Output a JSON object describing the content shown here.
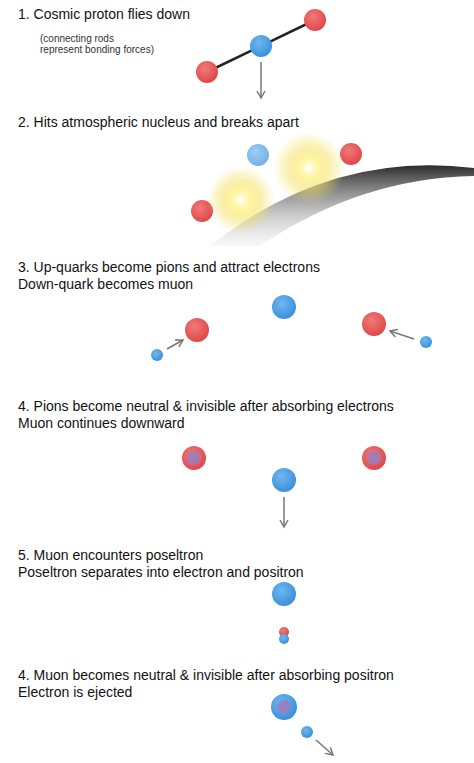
{
  "diagram": {
    "labels": [
      "1. Cosmic proton flies down",
      "(connecting rods represent bonding forces)",
      "2. Hits atmospheric nucleus and breaks apart",
      "3. Up-quarks become pions and attract electrons",
      "Down-quark becomes muon",
      "4. Pions become neutral & invisible after absorbing electrons",
      "Muon continues downward",
      "5. Muon encounters poseltron",
      "Poseltron separates into electron and positron",
      "4. Muon becomes neutral & invisible after absorbing positron",
      "Electron is ejected"
    ]
  }
}
